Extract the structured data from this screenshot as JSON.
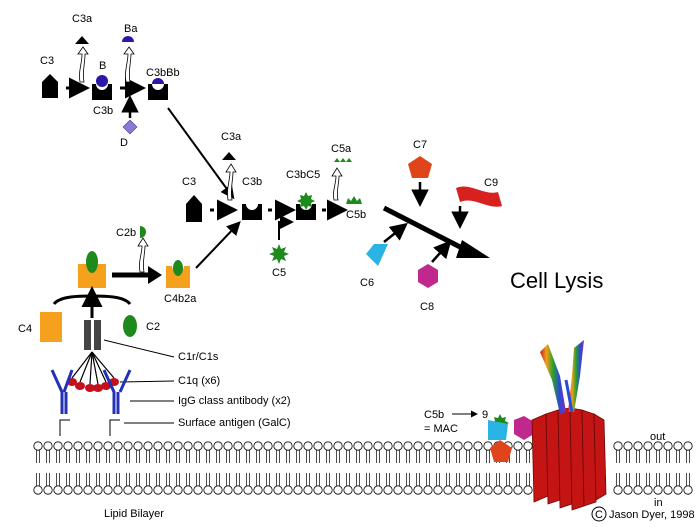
{
  "labels": {
    "c3_top": "C3",
    "c3a_top": "C3a",
    "b": "B",
    "ba": "Ba",
    "c3b_top": "C3b",
    "c3bbb": "C3bBb",
    "d": "D",
    "c3_mid": "C3",
    "c3a_mid": "C3a",
    "c3b_mid": "C3b",
    "c3bc5": "C3bC5",
    "c5a": "C5a",
    "c5b": "C5b",
    "c5": "C5",
    "c7": "C7",
    "c9": "C9",
    "c6": "C6",
    "c8": "C8",
    "cell_lysis": "Cell Lysis",
    "c2b": "C2b",
    "c4b2a": "C4b2a",
    "c4": "C4",
    "c2": "C2",
    "c1r_c1s": "C1r/C1s",
    "c1q": "C1q (x6)",
    "igg": "IgG class antibody (x2)",
    "surface_antigen": "Surface antigen (GalC)",
    "lipid_bilayer": "Lipid Bilayer",
    "mac_line1": "C5b",
    "mac_arrow_num": "9",
    "mac_line2": "= MAC",
    "out": "out",
    "in": "in",
    "copyright_symbol": "C",
    "copyright": "Jason Dyer, 1998"
  },
  "colors": {
    "orange": "#f5a11e",
    "green": "#1e8a1e",
    "blue_factor": "#2a18a8",
    "purple_d": "#8a7ad6",
    "red_c7": "#e0441a",
    "red_c9": "#d8201e",
    "cyan_c6": "#2ab4e6",
    "magenta_c8": "#c0288e",
    "antibody_blue": "#2430b8",
    "c1q_red": "#c4101a",
    "mac_red": "#c41414"
  }
}
